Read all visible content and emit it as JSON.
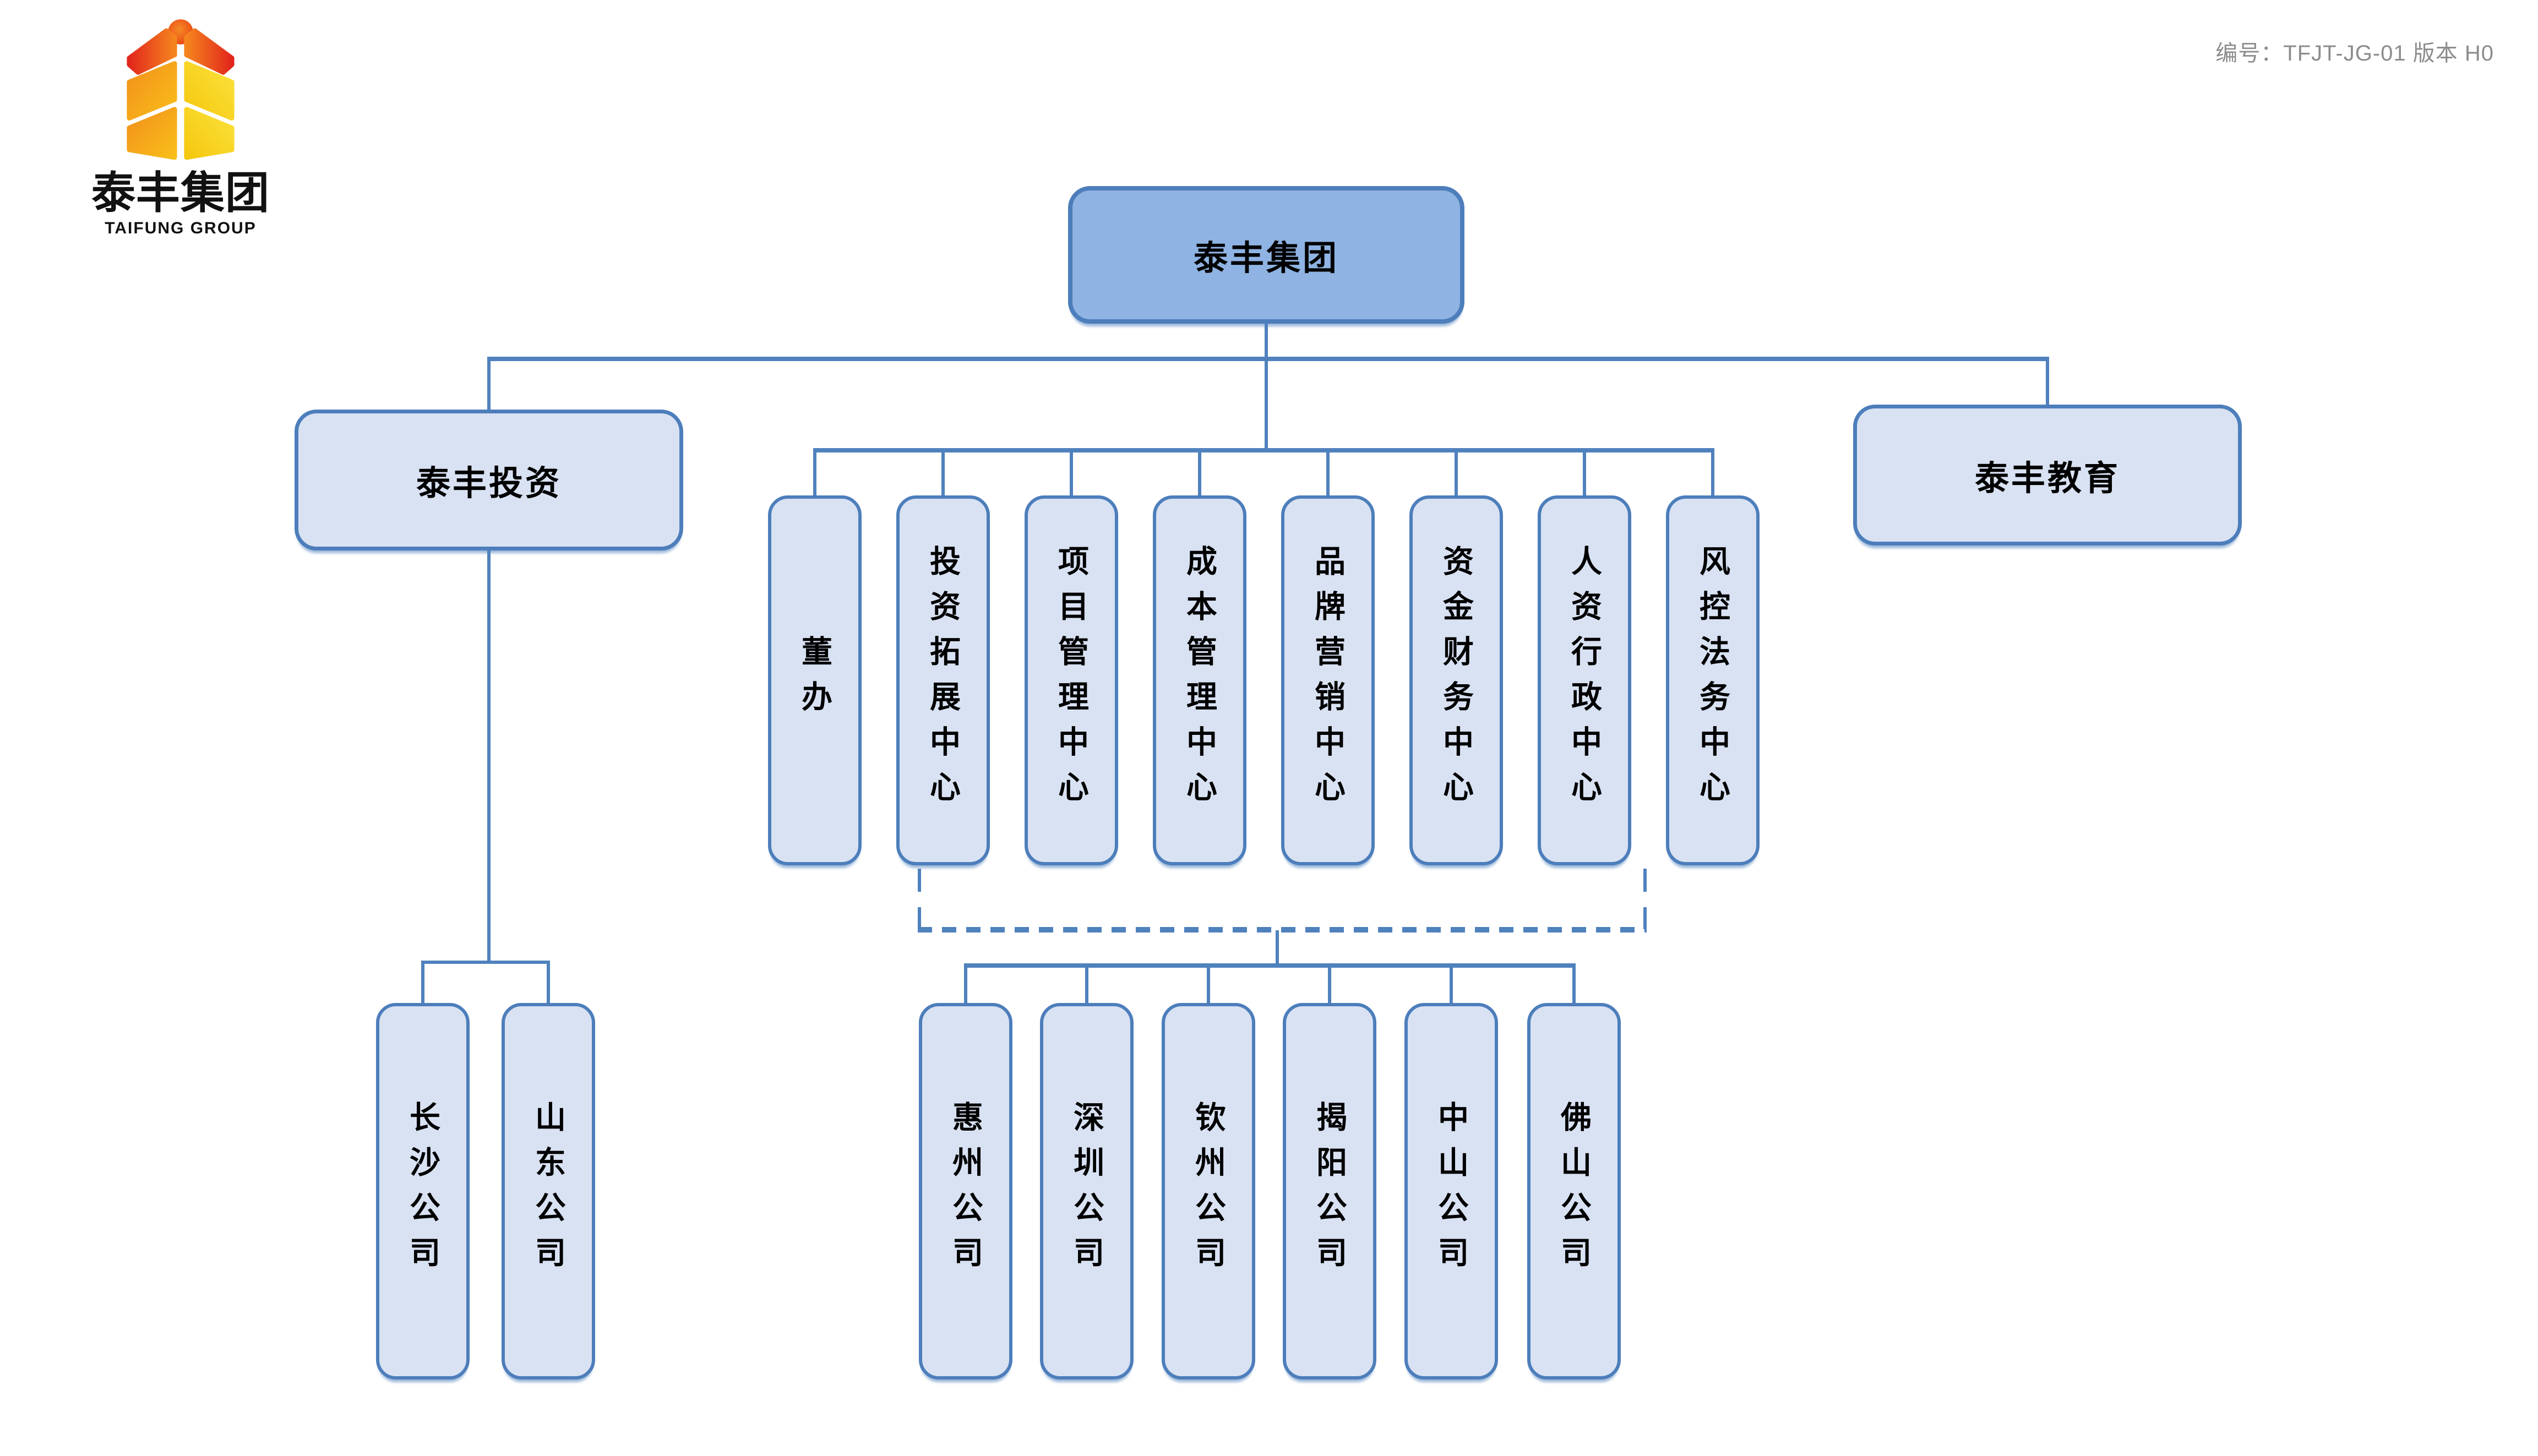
{
  "header": {
    "doc_code": "编号：TFJT-JG-01  版本 H0"
  },
  "logo": {
    "name_cn": "泰丰集团",
    "name_en": "TAIFUNG GROUP",
    "emblem": "wheat-sheaf-logo"
  },
  "org": {
    "root": "泰丰集团",
    "left_subsidiary": "泰丰投资",
    "right_subsidiary": "泰丰教育",
    "departments": [
      "董办",
      "投资拓展中心",
      "项目管理中心",
      "成本管理中心",
      "品牌营销中心",
      "资金财务中心",
      "人资行政中心",
      "风控法务中心"
    ],
    "left_companies": [
      "长沙公司",
      "山东公司"
    ],
    "project_companies": [
      "惠州公司",
      "深圳公司",
      "钦州公司",
      "揭阳公司",
      "中山公司",
      "佛山公司"
    ]
  },
  "colors": {
    "connector": "#4f81bd",
    "root_fill": "#8fb3e2",
    "node_fill": "#d9e2f3",
    "node_border": "#4d7ebb",
    "doc_code_text": "#8c8c8c",
    "logo_red": "#e2261c",
    "logo_orange": "#f5851e",
    "logo_yellow": "#f7ce14"
  }
}
